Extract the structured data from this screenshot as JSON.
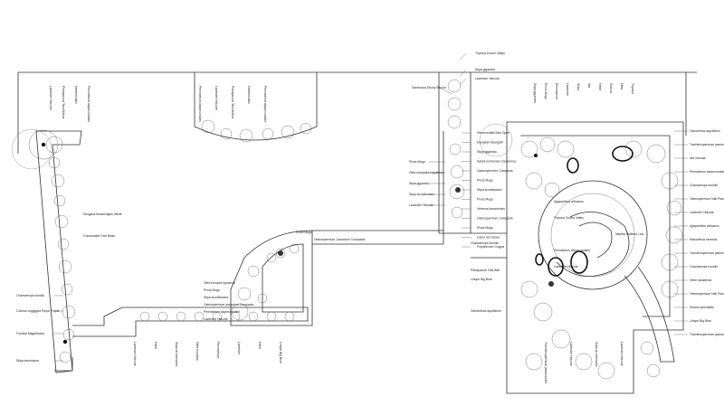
{
  "title": "",
  "labels": {
    "upper_right_top": [
      "Thymus Doone Valley",
      "Stipa gigantea",
      "Lavender Hidcote",
      "Sambucus Ebony Bicolor"
    ],
    "upper_right_side": [
      "Hemerocallis Blue Spire",
      "Eryngium Bourgatii",
      "Stipa gigantea",
      "Salvia nemorosa Caradonna",
      "Osteospermum Compacta",
      "Pinus Mugo",
      "Stipa arundinacea",
      "Pinus Mugo",
      "Verbena bonariensis",
      "Osteospermum Compacta",
      "Pinus Mugo",
      "Carex Ice Dance",
      "Polystichum Cragos"
    ],
    "upper_left_side": [
      "Pinus Mugo",
      "Olea europaea Ligustrum",
      "Stipa gigantea",
      "Stipa arundinacea",
      "Lavender Hidcote"
    ],
    "center_planter": [
      "Pinus Mugo",
      "Osteospermum Jucundum Compacta",
      "Olea europea ligustrum",
      "Pinus Mugo",
      "Stipa arundinacea",
      "Osteospermum jucundum Compacta",
      "Pennisetum alopecuroides",
      "Lavender Hidcote"
    ],
    "circle": [
      "Agapanthus africanus",
      "Thymus Doone Valley",
      "Nepeta Walkers Low",
      "Pennisetum alopecuroides",
      "Lavender Hidcote"
    ],
    "right_column": [
      "Osmanthus aquifolium",
      "Trachelospermum jasminoides",
      "Ilex crenata",
      "Pennisetum alopecuroides",
      "Chamaerops humilis",
      "Osteospermum Nail Plantable",
      "Lavender Hidcote",
      "Agapanthus africanus",
      "Miscanthus sinensis",
      "Trachelospermum jasminoides",
      "Chamaerops humilis",
      "Hebe rakaiensis",
      "Osteospermum Nail Plantable",
      "Sedum spectabile",
      "Liriope Big Blue",
      "Trachelospermum jasminoides"
    ],
    "left_column": [
      "Morgana Brownington White",
      "Cotoneaster Dart Blush",
      "Chamaerops humilis",
      "Cotinus coggygria Royal Purple",
      "Fuchsia Magellanica",
      "Stipa tenuissima"
    ],
    "right_lower": [
      "Chamaerops humilis",
      "Pittosporum Golf Ball",
      "Liriope Big Blue",
      "Osmanthus aquifolium"
    ],
    "top_left_vertical": [
      "Lavender Hidcote",
      "Pittosporum Tenuifolium",
      "Hemerocallis",
      "Pennisetum alopecuroides"
    ],
    "top_mid_vertical": [
      "Pennisetum alopecuroides",
      "Lavender Hidcote",
      "Pittosporum Tenuifolium",
      "Hemerocallis",
      "Pennisetum alopecuroides"
    ],
    "bottom_vertical": [
      "Lavender Hidcote",
      "Hebe",
      "Stipa arundinacea",
      "Olea europea",
      "Pennisetum",
      "Lavender",
      "Hebe",
      "Liriope Big Blue"
    ],
    "bottom_right_vertical": [
      "Trachelospermum jasminoides",
      "Lavender Hidcote",
      "Stipa arundinacea",
      "Lavender Hidcote"
    ]
  }
}
